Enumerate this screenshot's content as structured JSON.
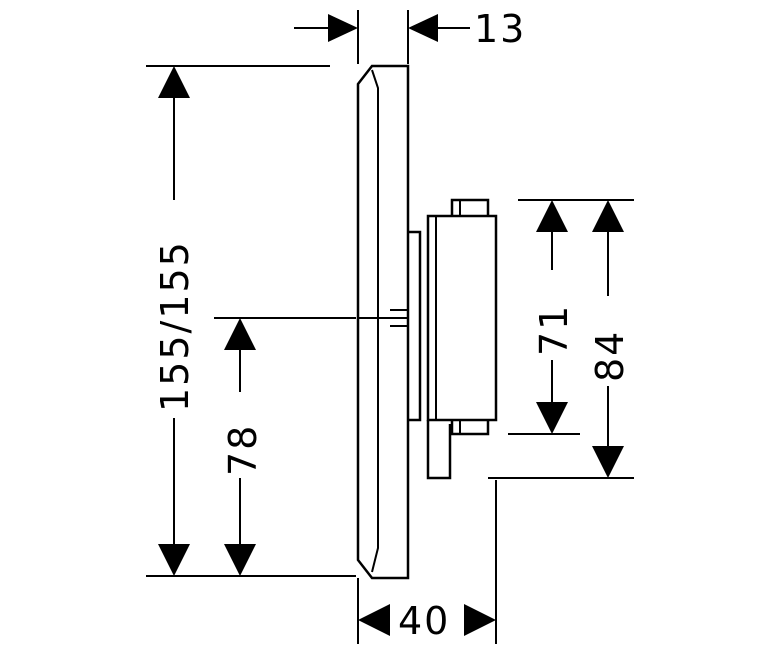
{
  "diagram": {
    "dimensions": {
      "top_depth": "13",
      "total_height": "155/155",
      "center_height": "78",
      "module_height_inner": "71",
      "module_height_outer": "84",
      "bottom_width": "40"
    },
    "colors": {
      "line": "#000000",
      "background": "#ffffff"
    }
  }
}
